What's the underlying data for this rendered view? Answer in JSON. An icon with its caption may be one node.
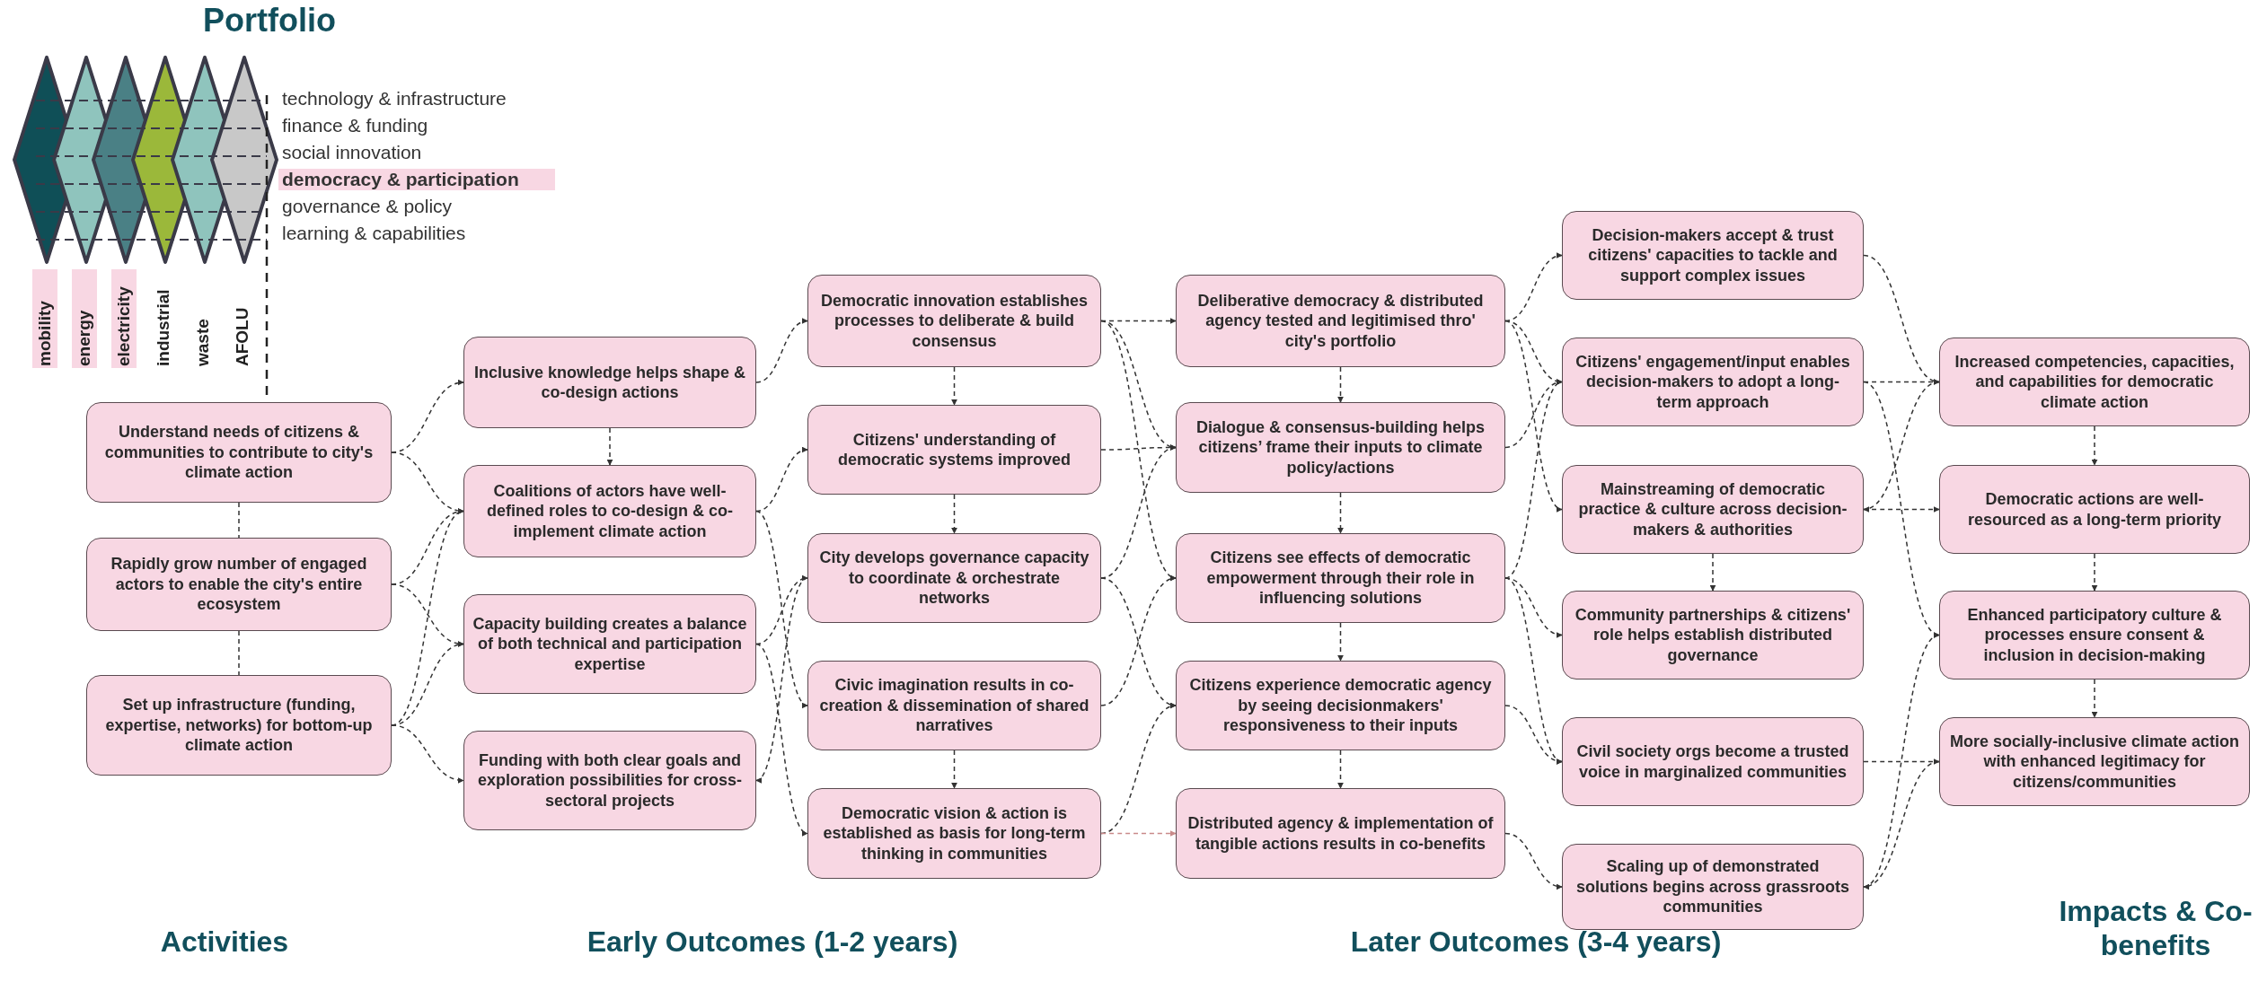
{
  "diagram": {
    "nodes": [
      {
        "text": [
          "Understand needs of citizens & communities to contribute to city's climate action"
        ]
      },
      {
        "text": [
          "Rapidly grow number of engaged actors to enable the city's entire ecosystem"
        ]
      },
      {
        "text": [
          "Set up infrastructure (funding, expertise, networks) for bottom-up climate action"
        ]
      },
      {
        "text": [
          "Inclusive knowledge helps shape & co-design actions"
        ]
      },
      {
        "text": [
          "Coalitions of actors have well-defined roles to co-design & co-implement climate action"
        ]
      },
      {
        "text": [
          "Capacity building creates a balance of both technical and participation expertise"
        ]
      },
      {
        "text": [
          "Funding with both clear goals and exploration possibilities for cross-sectoral projects"
        ]
      },
      {
        "text": [
          "Democratic innovation establishes processes to deliberate & build consensus"
        ]
      },
      {
        "text": [
          "Citizens' understanding of democratic systems improved"
        ]
      },
      {
        "text": [
          "City develops governance capacity to coordinate & orchestrate networks"
        ]
      },
      {
        "text": [
          "Civic imagination results in co-creation & dissemination of shared narratives"
        ]
      },
      {
        "text": [
          "Democratic vision & action is established as basis for long-term thinking in communities"
        ]
      },
      {
        "text": [
          "Deliberative democracy & distributed agency tested and legitimised thro' city's portfolio"
        ]
      },
      {
        "text": [
          "Dialogue & consensus-building helps citizens’ frame their inputs to climate policy/actions"
        ]
      },
      {
        "text": [
          "Citizens see effects of democratic empowerment through their role in influencing solutions"
        ]
      },
      {
        "text": [
          "Citizens experience democratic agency by seeing decisionmakers' responsiveness to their inputs"
        ]
      },
      {
        "text": [
          "Distributed agency & implementation of tangible actions results in co-benefits"
        ]
      },
      {
        "text": [
          "Decision-makers accept & trust citizens' capacities to tackle and support complex issues"
        ]
      },
      {
        "text": [
          "Citizens' engagement/input enables decision-makers to adopt a long-term approach"
        ]
      },
      {
        "text": [
          "Mainstreaming of democratic practice & culture across decision-makers & authorities"
        ]
      },
      {
        "text": [
          "Community partnerships & citizens' role helps establish distributed governance"
        ]
      },
      {
        "text": [
          "Civil society orgs become a trusted voice in marginalized communities"
        ]
      },
      {
        "text": [
          "Scaling up of demonstrated solutions begins across grassroots communities"
        ]
      },
      {
        "text": [
          "Increased competencies, capacities, and capabilities for democratic climate action"
        ]
      },
      {
        "text": [
          "Democratic actions are well-resourced as a long-term priority"
        ]
      },
      {
        "text": [
          "Enhanced participatory culture & processes ensure consent & inclusion in decision-making"
        ]
      },
      {
        "text": [
          "More socially-inclusive climate action with enhanced legitimacy for citizens/communities"
        ]
      }
    ],
    "edges": [
      {
        "from": 0,
        "to": 1,
        "arrow": "none",
        "style": "dashed"
      },
      {
        "from": 1,
        "to": 2,
        "arrow": "none",
        "style": "dashed"
      },
      {
        "from": 0,
        "to": 3,
        "arrow": "to",
        "style": "dashed"
      },
      {
        "from": 0,
        "to": 4,
        "arrow": "to",
        "style": "dashed"
      },
      {
        "from": 1,
        "to": 4,
        "arrow": "to",
        "style": "dashed"
      },
      {
        "from": 1,
        "to": 5,
        "arrow": "to",
        "style": "dashed"
      },
      {
        "from": 2,
        "to": 4,
        "arrow": "to",
        "style": "dashed"
      },
      {
        "from": 2,
        "to": 5,
        "arrow": "to",
        "style": "dashed"
      },
      {
        "from": 2,
        "to": 6,
        "arrow": "to",
        "style": "dashed"
      },
      {
        "from": 3,
        "to": 4,
        "arrow": "to",
        "style": "dashed"
      },
      {
        "from": 3,
        "to": 7,
        "arrow": "to",
        "style": "dashed"
      },
      {
        "from": 4,
        "to": 8,
        "arrow": "to",
        "style": "dashed"
      },
      {
        "from": 4,
        "to": 10,
        "arrow": "to",
        "style": "dashed"
      },
      {
        "from": 5,
        "to": 9,
        "arrow": "to",
        "style": "dashed"
      },
      {
        "from": 5,
        "to": 11,
        "arrow": "to",
        "style": "dashed"
      },
      {
        "from": 9,
        "to": 6,
        "arrow": "to",
        "style": "dashed"
      },
      {
        "from": 7,
        "to": 8,
        "arrow": "to",
        "style": "dashed"
      },
      {
        "from": 8,
        "to": 9,
        "arrow": "to",
        "style": "dashed"
      },
      {
        "from": 10,
        "to": 11,
        "arrow": "to",
        "style": "dashed"
      },
      {
        "from": 7,
        "to": 12,
        "arrow": "to",
        "style": "dashed"
      },
      {
        "from": 7,
        "to": 13,
        "arrow": "to",
        "style": "dashed"
      },
      {
        "from": 7,
        "to": 14,
        "arrow": "to",
        "style": "dashed"
      },
      {
        "from": 8,
        "to": 13,
        "arrow": "to",
        "style": "dashed"
      },
      {
        "from": 9,
        "to": 13,
        "arrow": "to",
        "style": "dashed"
      },
      {
        "from": 9,
        "to": 15,
        "arrow": "to",
        "style": "dashed"
      },
      {
        "from": 10,
        "to": 14,
        "arrow": "to",
        "style": "dashed"
      },
      {
        "from": 11,
        "to": 15,
        "arrow": "to",
        "style": "dashed"
      },
      {
        "from": 11,
        "to": 16,
        "arrow": "to",
        "style": "dashed",
        "color": "#c98a8a"
      },
      {
        "from": 12,
        "to": 13,
        "arrow": "to",
        "style": "dashed"
      },
      {
        "from": 13,
        "to": 14,
        "arrow": "to",
        "style": "dashed"
      },
      {
        "from": 14,
        "to": 15,
        "arrow": "to",
        "style": "dashed"
      },
      {
        "from": 15,
        "to": 16,
        "arrow": "to",
        "style": "dashed"
      },
      {
        "from": 12,
        "to": 17,
        "arrow": "to",
        "style": "dashed"
      },
      {
        "from": 12,
        "to": 18,
        "arrow": "to",
        "style": "dashed"
      },
      {
        "from": 12,
        "to": 19,
        "arrow": "to",
        "style": "dashed"
      },
      {
        "from": 13,
        "to": 18,
        "arrow": "to",
        "style": "dashed"
      },
      {
        "from": 14,
        "to": 18,
        "arrow": "to",
        "style": "dashed"
      },
      {
        "from": 14,
        "to": 20,
        "arrow": "to",
        "style": "dashed"
      },
      {
        "from": 14,
        "to": 21,
        "arrow": "to",
        "style": "dashed"
      },
      {
        "from": 15,
        "to": 21,
        "arrow": "to",
        "style": "dashed"
      },
      {
        "from": 16,
        "to": 22,
        "arrow": "to",
        "style": "dashed"
      },
      {
        "from": 19,
        "to": 20,
        "arrow": "to",
        "style": "dashed"
      },
      {
        "from": 17,
        "to": 23,
        "arrow": "to",
        "style": "dashed"
      },
      {
        "from": 18,
        "to": 23,
        "arrow": "to",
        "style": "dashed"
      },
      {
        "from": 23,
        "to": 19,
        "arrow": "to",
        "style": "dashed"
      },
      {
        "from": 19,
        "to": 24,
        "arrow": "to",
        "style": "dashed"
      },
      {
        "from": 18,
        "to": 25,
        "arrow": "to",
        "style": "dashed"
      },
      {
        "from": 21,
        "to": 26,
        "arrow": "to",
        "style": "dashed"
      },
      {
        "from": 22,
        "to": 25,
        "arrow": "to",
        "style": "dashed"
      },
      {
        "from": 26,
        "to": 22,
        "arrow": "to",
        "style": "dashed"
      },
      {
        "from": 23,
        "to": 24,
        "arrow": "to",
        "style": "dashed"
      },
      {
        "from": 24,
        "to": 25,
        "arrow": "to",
        "style": "dashed"
      },
      {
        "from": 25,
        "to": 26,
        "arrow": "to",
        "style": "dashed"
      }
    ],
    "labels": [
      "Portfolio",
      "technology & infrastructure",
      "finance & funding",
      "social innovation",
      "democracy & participation",
      "governance & policy",
      "learning & capabilities",
      "mobility",
      "energy",
      "electricity",
      "industrial",
      "waste",
      "AFOLU",
      "Activities",
      "Early Outcomes (1-2 years)",
      "Later Outcomes (3-4 years)",
      "Impacts & Co-benefits"
    ]
  }
}
